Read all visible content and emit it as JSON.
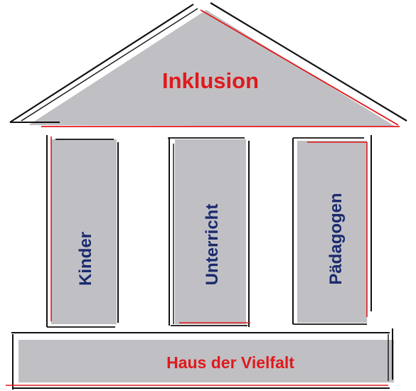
{
  "roof": {
    "label": "Inklusion"
  },
  "pillars": [
    {
      "label": "Kinder"
    },
    {
      "label": "Unterricht"
    },
    {
      "label": "Pädagogen"
    }
  ],
  "base": {
    "label": "Haus der Vielfalt"
  },
  "colors": {
    "fill": "#c0c0c4",
    "outline": "#111111",
    "accent": "#e0191c",
    "pillar_text": "#1a2a6e",
    "roof_text": "#e0191c"
  }
}
